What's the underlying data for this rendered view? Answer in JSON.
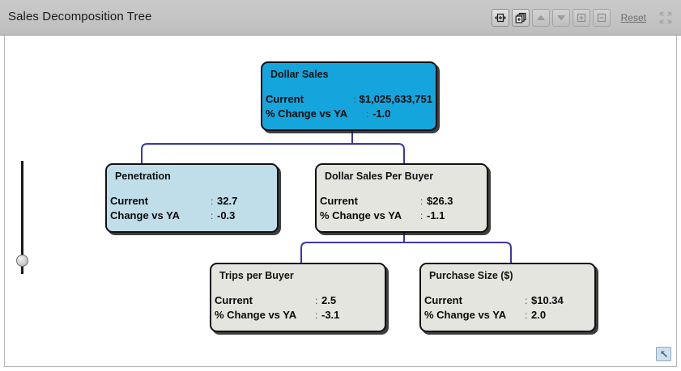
{
  "header": {
    "title": "Sales Decomposition Tree",
    "reset_label": "Reset",
    "buttons": [
      {
        "name": "expand-horizontal-icon",
        "tooltip": "Expand Width"
      },
      {
        "name": "duplicate-layers-icon",
        "tooltip": "Copy"
      },
      {
        "name": "arrow-up-icon",
        "tooltip": "Move Up"
      },
      {
        "name": "arrow-down-icon",
        "tooltip": "Move Down"
      },
      {
        "name": "plus-box-icon",
        "tooltip": "Expand"
      },
      {
        "name": "minus-box-icon",
        "tooltip": "Collapse"
      }
    ],
    "collapse_icon": "collapse-arrows-icon"
  },
  "canvas": {
    "zoom_slider": {
      "name": "zoom-slider",
      "orientation": "vertical"
    },
    "restore_icon": "restore-down-arrow-icon"
  },
  "colors": {
    "root_node": "#15a5dd",
    "secondary_node": "#bfdeea",
    "leaf_node": "#e5e5df",
    "connector": "#3b37a4",
    "header_bg": "#c4c4c4",
    "node_border": "#111111"
  },
  "chart_data": {
    "type": "tree",
    "title": "Sales Decomposition Tree",
    "nodes": [
      {
        "id": "dollar-sales",
        "label": "Dollar Sales",
        "style": "root",
        "metrics": [
          {
            "label": "Current",
            "value": "$1,025,633,751"
          },
          {
            "label": "% Change vs YA",
            "value": "-1.0"
          }
        ]
      },
      {
        "id": "penetration",
        "label": "Penetration",
        "style": "lightblue",
        "metrics": [
          {
            "label": "Current",
            "value": "32.7"
          },
          {
            "label": "Change vs YA",
            "value": "-0.3"
          }
        ]
      },
      {
        "id": "dollar-sales-per-buyer",
        "label": "Dollar Sales Per Buyer",
        "style": "gray",
        "metrics": [
          {
            "label": "Current",
            "value": "$26.3"
          },
          {
            "label": "% Change vs YA",
            "value": "-1.1"
          }
        ]
      },
      {
        "id": "trips-per-buyer",
        "label": "Trips per Buyer",
        "style": "gray",
        "metrics": [
          {
            "label": "Current",
            "value": "2.5"
          },
          {
            "label": "% Change vs YA",
            "value": "-3.1"
          }
        ]
      },
      {
        "id": "purchase-size",
        "label": "Purchase Size ($)",
        "style": "gray",
        "metrics": [
          {
            "label": "Current",
            "value": "$10.34"
          },
          {
            "label": "% Change vs YA",
            "value": "2.0"
          }
        ]
      }
    ],
    "edges": [
      {
        "from": "dollar-sales",
        "to": "penetration"
      },
      {
        "from": "dollar-sales",
        "to": "dollar-sales-per-buyer"
      },
      {
        "from": "dollar-sales-per-buyer",
        "to": "trips-per-buyer"
      },
      {
        "from": "dollar-sales-per-buyer",
        "to": "purchase-size"
      }
    ]
  }
}
